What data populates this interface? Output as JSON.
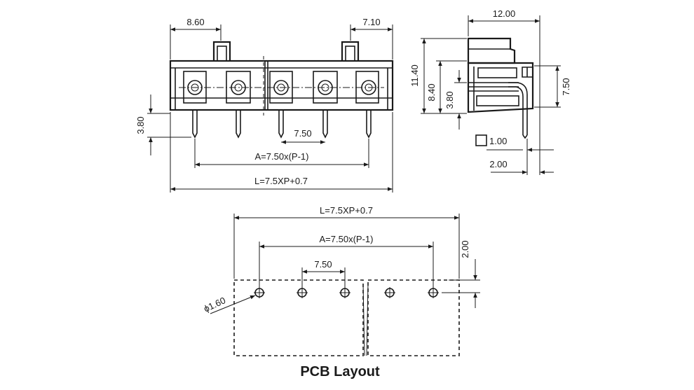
{
  "front_view": {
    "dim_left_width": "8.60",
    "dim_right_width": "7.10",
    "dim_pin_length": "3.80",
    "dim_pitch": "7.50",
    "dim_a": "A=7.50x(P-1)",
    "dim_l": "L=7.5XP+0.7"
  },
  "side_view": {
    "dim_depth": "12.00",
    "dim_total_height": "11.40",
    "dim_body_height": "8.40",
    "dim_pin_height": "3.80",
    "dim_right_height": "7.50",
    "dim_pin_square": "1.00",
    "dim_pin_offset": "2.00"
  },
  "pcb_layout": {
    "dim_l": "L=7.5XP+0.7",
    "dim_a": "A=7.50x(P-1)",
    "dim_pitch": "7.50",
    "dim_hole": "ϕ1.60",
    "dim_edge": "2.00",
    "title": "PCB Layout"
  }
}
